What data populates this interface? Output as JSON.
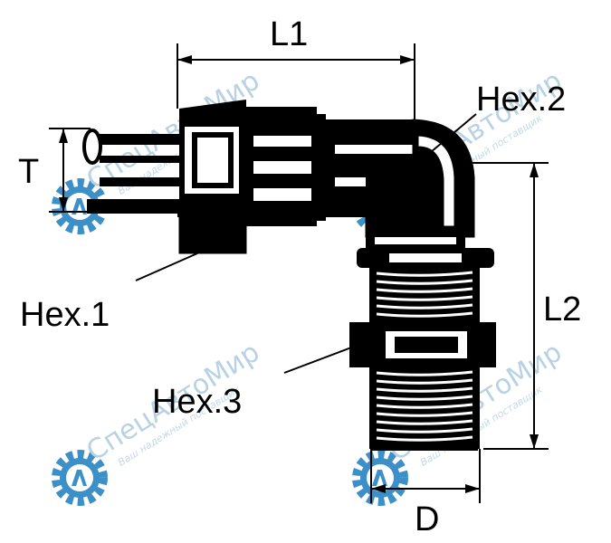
{
  "labels": {
    "l1": "L1",
    "l2": "L2",
    "t": "T",
    "d": "D",
    "hex1": "Hex.1",
    "hex2": "Hex.2",
    "hex3": "Hex.3"
  },
  "watermark": {
    "brand": "СпецАвтоМир",
    "tagline": "Ваш надежный поставщик",
    "gear_color": "#3c8fc7",
    "text_color": "#b8d2e4"
  },
  "colors": {
    "ink": "#000000",
    "background": "#ffffff"
  }
}
